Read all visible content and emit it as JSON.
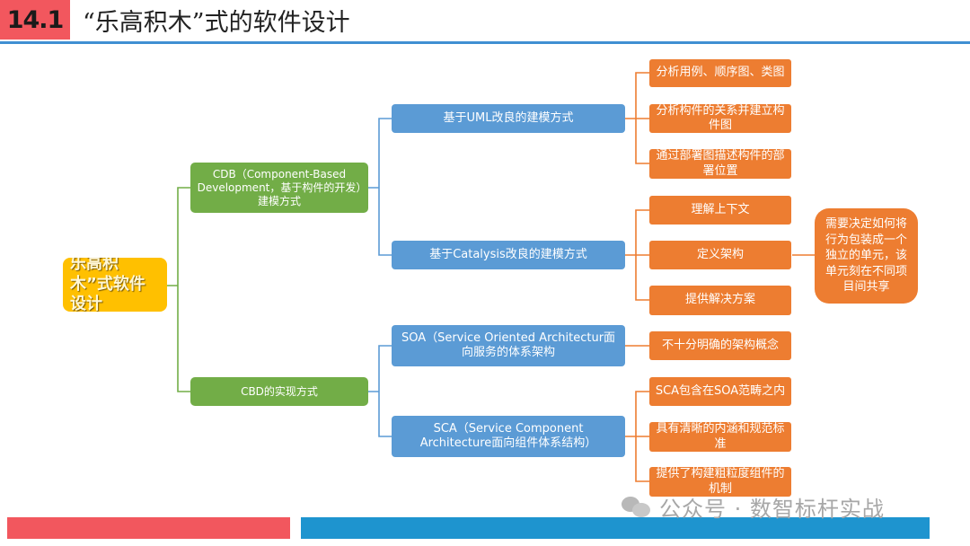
{
  "header": {
    "number": "14.1",
    "title": "“乐高积木”式的软件设计"
  },
  "diagram": {
    "root": "乐高积木”式软件设计",
    "cdb_modeling": "CDB（Component-Based Development，基于构件的开发）建模方式",
    "cbd_impl": "CBD的实现方式",
    "uml": "基于UML改良的建模方式",
    "catalysis": "基于Catalysis改良的建模方式",
    "soa": "SOA（Service Oriented Architectur面向服务的体系架构",
    "sca": "SCA（Service Component Architecture面向组件体系结构）",
    "uml_items": [
      "分析用例、顺序图、类图",
      "分析构件的关系并建立构件图",
      "通过部署图描述构件的部署位置"
    ],
    "catalysis_items": [
      "理解上下文",
      "定义架构",
      "提供解决方案"
    ],
    "catalysis_note": "需要决定如何将行为包装成一个独立的单元，该单元刻在不同项目间共享",
    "soa_items": [
      "不十分明确的架构概念"
    ],
    "sca_items": [
      "SCA包含在SOA范畴之内",
      "具有清晰的内涵和规范标准",
      "提供了构建粗粒度组件的机制"
    ]
  },
  "watermark": {
    "text": "公众号 · 数智标杆实战"
  },
  "colors": {
    "header_red": "#f2575e",
    "header_line": "#3f8fd2",
    "root": "#ffc000",
    "level1": "#72ad47",
    "level2": "#5b9bd5",
    "level3": "#ed7d31",
    "footer_blue": "#1e94cf"
  }
}
